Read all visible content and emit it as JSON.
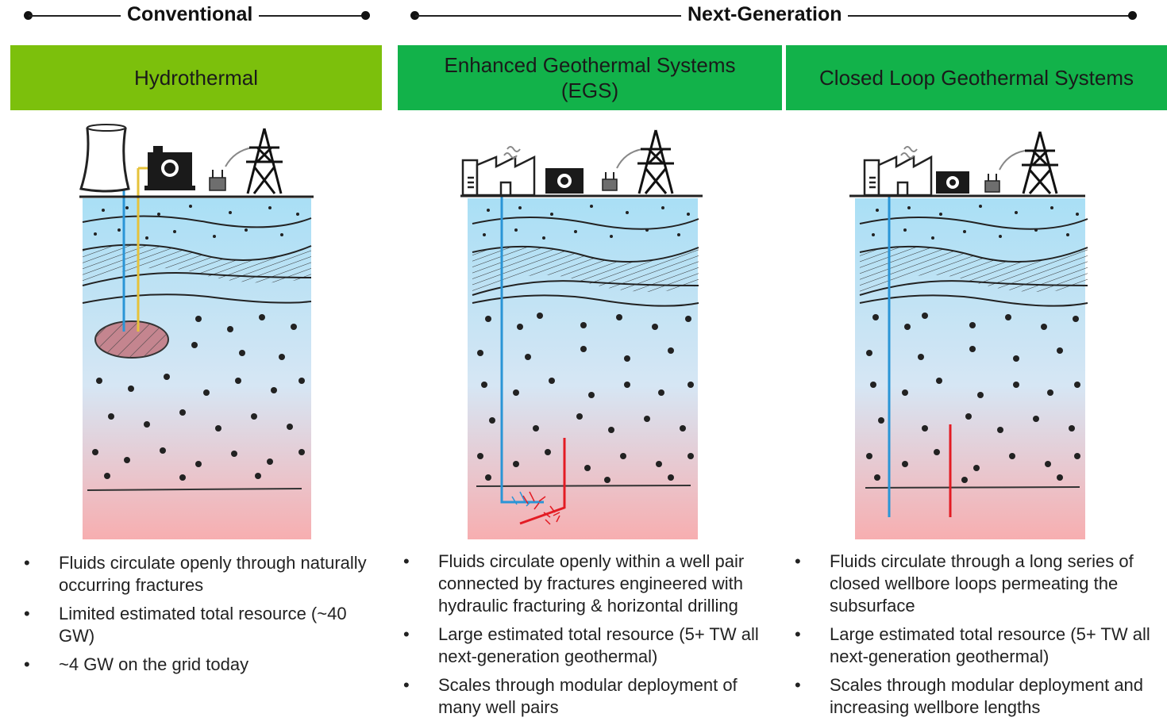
{
  "categories": {
    "conventional": "Conventional",
    "next_generation": "Next-Generation"
  },
  "columns": [
    {
      "title": "Hydrothermal",
      "bullets": [
        "Fluids circulate openly through naturally occurring fractures",
        "Limited estimated total resource (~40 GW)",
        "~4 GW on the grid today"
      ]
    },
    {
      "title": "Enhanced Geothermal Systems (EGS)",
      "bullets": [
        "Fluids circulate openly within a well pair connected by fractures engineered with hydraulic fracturing & horizontal drilling",
        "Large estimated total resource (5+ TW all next-generation geothermal)",
        "Scales through modular deployment of many well pairs"
      ]
    },
    {
      "title": "Closed Loop Geothermal Systems",
      "bullets": [
        "Fluids circulate through a long series of closed wellbore loops permeating the subsurface",
        "Large estimated total resource (5+ TW all next-generation geothermal)",
        "Scales through modular deployment and increasing wellbore lengths"
      ]
    }
  ],
  "icons": {
    "cooling_tower": "cooling-tower-icon",
    "power_plant": "power-plant-icon",
    "generator": "generator-icon",
    "transformer": "transformer-icon",
    "transmission_tower": "transmission-tower-icon"
  },
  "colors": {
    "conventional_header": "#7cc00c",
    "next_generation_header": "#12b24a",
    "subsurface_top": "#a9dff5",
    "subsurface_bottom": "#f7aeb0",
    "cold_well": "#2a95d6",
    "hot_well": "#e31b23",
    "reservoir": "#c4858f"
  }
}
